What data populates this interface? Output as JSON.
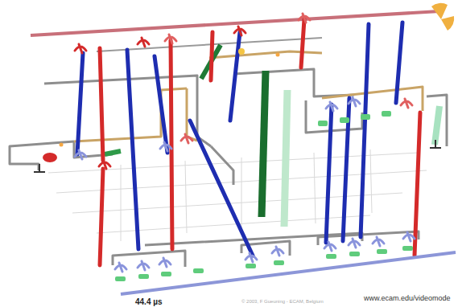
{
  "diagram": {
    "labels": [
      "44.4 µs",
      "© 2003, F Gueuning - ECAM, Belgium",
      "www.ecam.edu/videomode"
    ]
  }
}
